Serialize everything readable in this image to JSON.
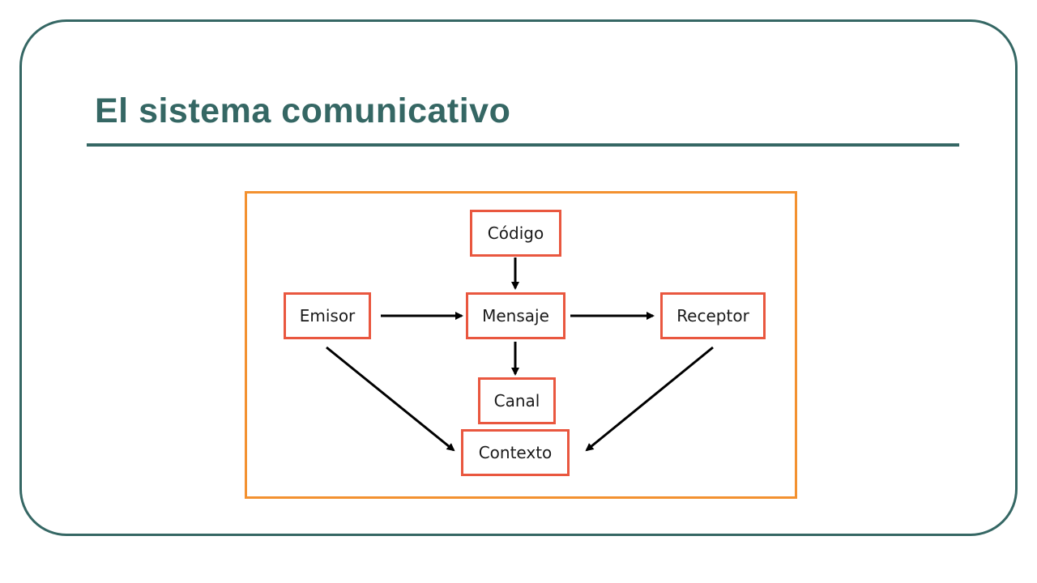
{
  "title": "El sistema comunicativo",
  "nodes": {
    "codigo": "Código",
    "emisor": "Emisor",
    "mensaje": "Mensaje",
    "receptor": "Receptor",
    "canal": "Canal",
    "contexto": "Contexto"
  },
  "colors": {
    "theme": "#356764",
    "frame": "#f39130",
    "node_border": "#e9573f",
    "arrow": "#000000"
  }
}
